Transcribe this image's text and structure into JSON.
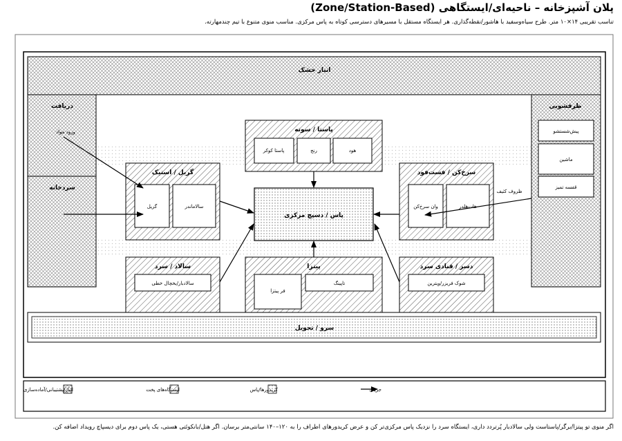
{
  "header": {
    "title": "پلان آشپزخانه – ناحیه‌ای/ایستگاهی (Zone/Station-Based)",
    "subtitle": "تناسب تقریبی ۱۴×۱۰ متر. طرح سیاه‌وسفید با هاشور/نقطه‌گذاری. هر ایستگاه مستقل با مسیرهای دسترسی کوتاه به پاس مرکزی. مناسب منوی متنوع با تیم چندمهارته."
  },
  "zones": {
    "dry_storage": "انبار خشک",
    "receiving": "دریافت",
    "material_entry": "ورود مواد",
    "cold_room": "سردخانه",
    "dishwashing": "ظرفشویی",
    "prewash": "پیش‌شستشو",
    "machine": "ماشین",
    "clean_shelf": "قفسه تمیز",
    "dirty_dishes": "ظروف کثیف",
    "pasta_station": "پاستا / سوته",
    "pasta_cooker": "پاستا کوکر",
    "range": "رنج",
    "hood": "هود",
    "grill_station": "گریل / استیک",
    "grill": "گریل",
    "salamander": "سالاماندر",
    "pass_station": "پاس / دسپچ مرکزی",
    "fryer_station": "سرخ‌کن / فست‌فود",
    "fryer": "وان سرخ‌کن",
    "fryer_2": "هات‌هلدر",
    "salad_station": "سالاد / سرد",
    "salad_fridge": "سالادبار/یخچال خطی",
    "pizza_station": "پیتزا",
    "topping": "تاپینگ",
    "pizza_oven": "فر پیتزا",
    "dessert_station": "دسر / قنادی سرد",
    "shock_freezer": "شوک فریزر/ویترین",
    "serve_line": "سرو / تحویل"
  },
  "legend": {
    "storage": "انبار/پشتیبانی/آماده‌سازی",
    "cooking": "ایستگاه‌های پخت",
    "corridor": "کریدورها/پاس",
    "flow": "جریان"
  },
  "footnote": "اگر منوی تو پیتزا/برگر/پاستاست ولی سالادبار پُرتردد داری، ایستگاه سرد را نزدیک پاس مرکزی‌تر کن و عرض کریدورهای اطراف را به ۱۲۰–۱۴۰ سانتی‌متر برسان. اگر هتل/بانکوئتی هستی، یک پاس دوم برای دیسپاچ رویداد اضافه کن."
}
